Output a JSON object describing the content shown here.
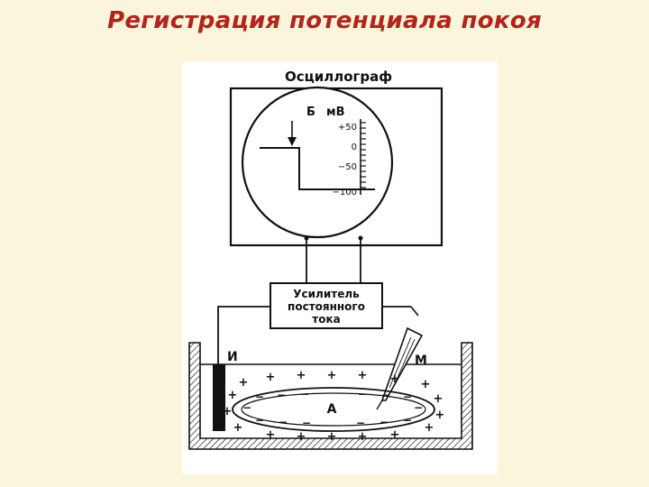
{
  "title": "Регистрация потенциала покоя",
  "diagram": {
    "oscilloscope_label": "Осциллограф",
    "screen_point_label": "Б",
    "unit_label": "мВ",
    "scale_ticks": [
      "+50",
      "0",
      "−50",
      "−100"
    ],
    "amplifier_lines": [
      "Усилитель",
      "постоянного",
      "тока"
    ],
    "indifferent_electrode_label": "И",
    "microelectrode_label": "М",
    "cell_label": "А",
    "outside_charge": "+",
    "inside_charge": "−"
  }
}
